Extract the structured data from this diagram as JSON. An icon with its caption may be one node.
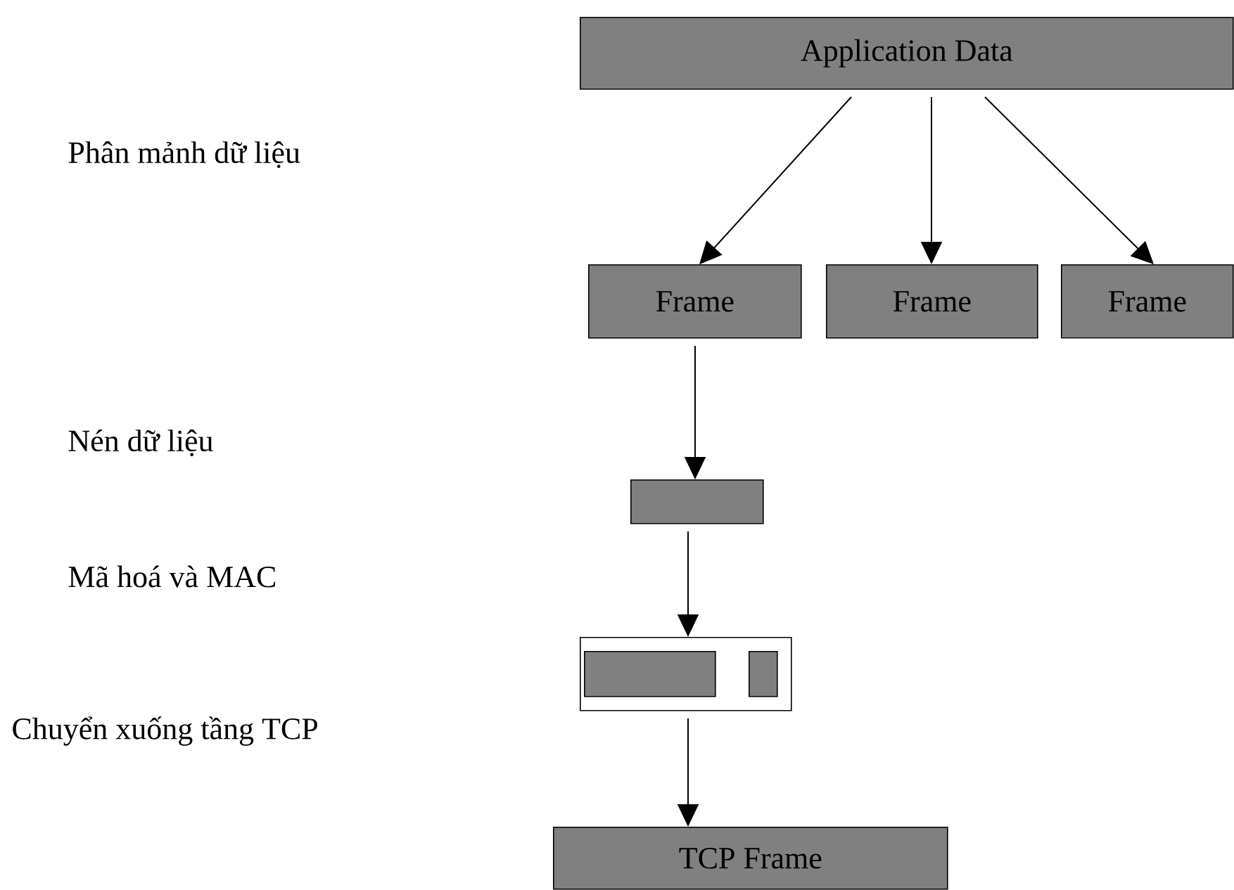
{
  "diagram": {
    "nodes": [
      {
        "text": [
          "Application Data"
        ]
      },
      {
        "text": [
          "Frame"
        ]
      },
      {
        "text": [
          "Frame"
        ]
      },
      {
        "text": [
          "Frame"
        ]
      },
      {
        "text": [],
        "shape": "box"
      },
      {
        "text": [],
        "shape": "box"
      },
      {
        "text": [],
        "shape": "box",
        "in": 5
      },
      {
        "text": [],
        "shape": "box",
        "in": 5
      },
      {
        "text": [
          "TCP Frame"
        ]
      }
    ],
    "edges": [
      {
        "from": 0,
        "to": 1,
        "arrow": "to"
      },
      {
        "from": 0,
        "to": 2,
        "arrow": "to"
      },
      {
        "from": 0,
        "to": 3,
        "arrow": "to"
      },
      {
        "from": 1,
        "to": 4,
        "arrow": "to"
      },
      {
        "from": 4,
        "to": 5,
        "arrow": "to"
      },
      {
        "from": 5,
        "to": 8,
        "arrow": "to"
      }
    ],
    "labels": [
      "Phân mảnh dữ liệu",
      "Nén dữ liệu",
      "Mã hoá và MAC",
      "Chuyển xuống tầng TCP"
    ]
  }
}
